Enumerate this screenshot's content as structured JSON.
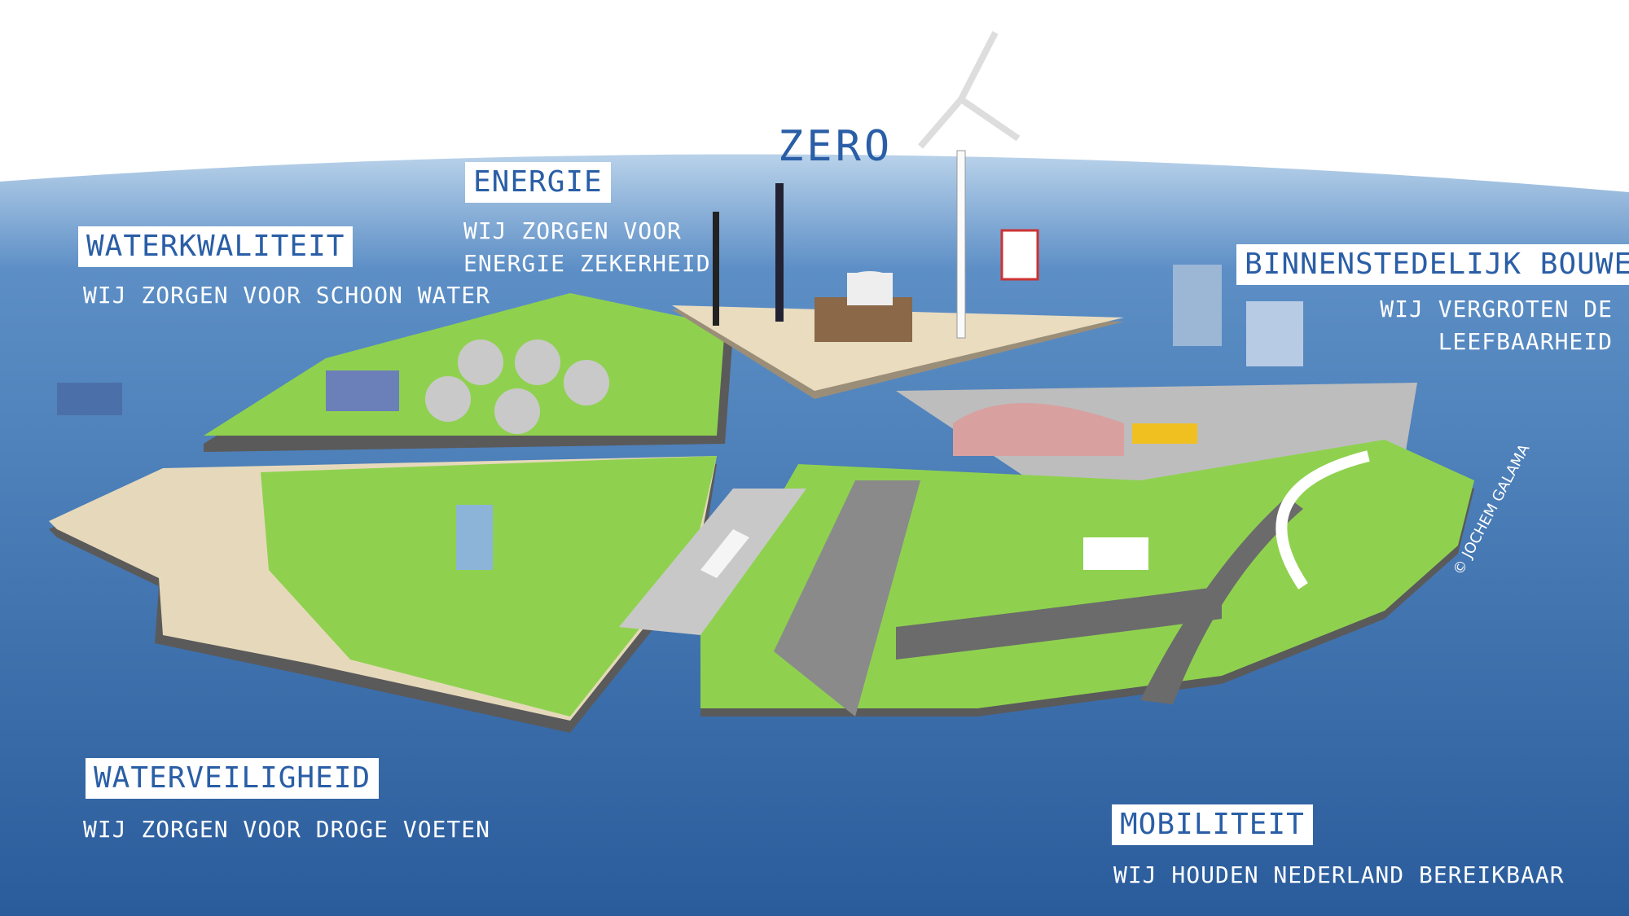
{
  "headline": "ZERO",
  "sections": [
    {
      "title": "ENERGIE",
      "subtitle_lines": [
        "WIJ ZORGEN VOOR",
        "ENERGIE ZEKERHEID"
      ]
    },
    {
      "title": "WATERKWALITEIT",
      "subtitle_lines": [
        "WIJ ZORGEN VOOR SCHOON WATER"
      ]
    },
    {
      "title": "BINNENSTEDELIJK BOUWEN",
      "subtitle_lines": [
        "WIJ VERGROTEN DE",
        "LEEFBAARHEID"
      ]
    },
    {
      "title": "WATERVEILIGHEID",
      "subtitle_lines": [
        "WIJ ZORGEN VOOR DROGE VOETEN"
      ]
    },
    {
      "title": "MOBILITEIT",
      "subtitle_lines": [
        "WIJ HOUDEN NEDERLAND BEREIKBAAR"
      ]
    }
  ],
  "credit": "© JOCHEM GALAMA",
  "colors": {
    "sea": "#2f64a3",
    "grass": "#8fd14f",
    "label": "#2a5ea6"
  }
}
